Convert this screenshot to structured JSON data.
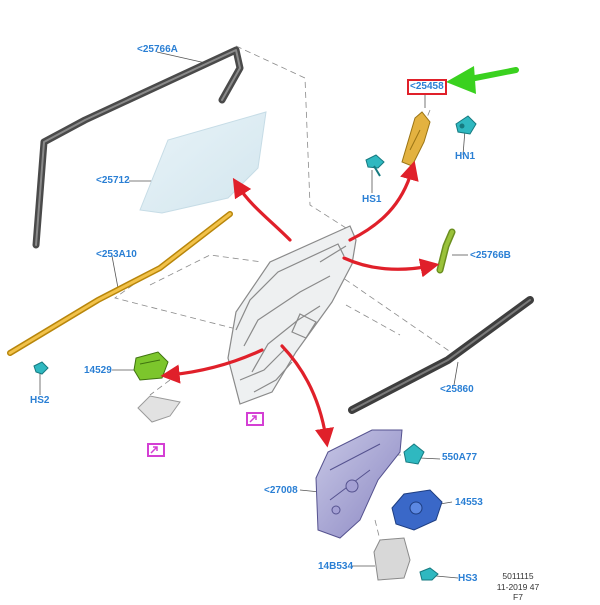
{
  "diagram": {
    "callouts": {
      "c25766A": "<25766A",
      "c25712": "<25712",
      "c253A10": "<253A10",
      "c25458": "<25458",
      "hn1": "HN1",
      "hs1": "HS1",
      "c25766B": "<25766B",
      "c14529": "14529",
      "hs2": "HS2",
      "c25860": "<25860",
      "c550A77": "550A77",
      "c27008": "<27008",
      "c14553": "14553",
      "c14B534": "14B534",
      "hs3": "HS3"
    },
    "footer": {
      "line1": "5011115",
      "line2": "11-2019 47",
      "line3": "F7"
    },
    "colors": {
      "label": "#2a7fd4",
      "arrow": "#e0202a",
      "pointer": "#3ad11f",
      "highlight_box": "#e0202a",
      "link_icon": "#d43fd4"
    },
    "icons": [
      "external-link-icon",
      "external-link-icon",
      "green-pointer-arrow"
    ]
  }
}
